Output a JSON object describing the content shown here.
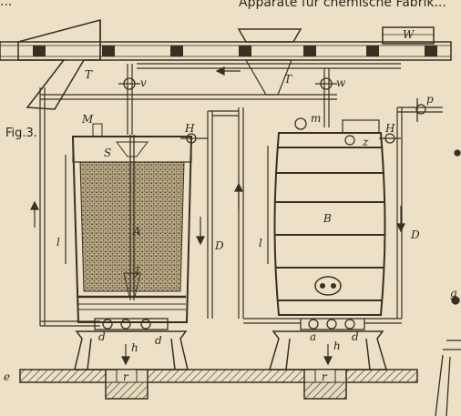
{
  "header": {
    "text_left": "...",
    "text_right": "Apparate für chemische Fabrik..."
  },
  "figure": {
    "caption": "Fig.3.",
    "labels": {
      "T_left": "T",
      "T_right": "T",
      "W": "W",
      "v": "v",
      "w": "w",
      "p": "p",
      "M": "M",
      "m": "m",
      "S": "S",
      "H_left": "H",
      "H_right": "H",
      "z": "z",
      "A": "A",
      "B": "B",
      "J": "J",
      "D_left": "D",
      "D_right": "D",
      "l_left": "l",
      "l_right": "l",
      "d_left1": "d",
      "d_left2": "d",
      "a": "a",
      "d_right": "d",
      "h_left": "h",
      "h_right": "h",
      "r_left": "r",
      "r_right": "r",
      "e": "e",
      "g": "g"
    }
  },
  "colors": {
    "paper": "#ece1c6",
    "ink": "#3a2f22",
    "fill_mass": "#8d7a5c"
  }
}
